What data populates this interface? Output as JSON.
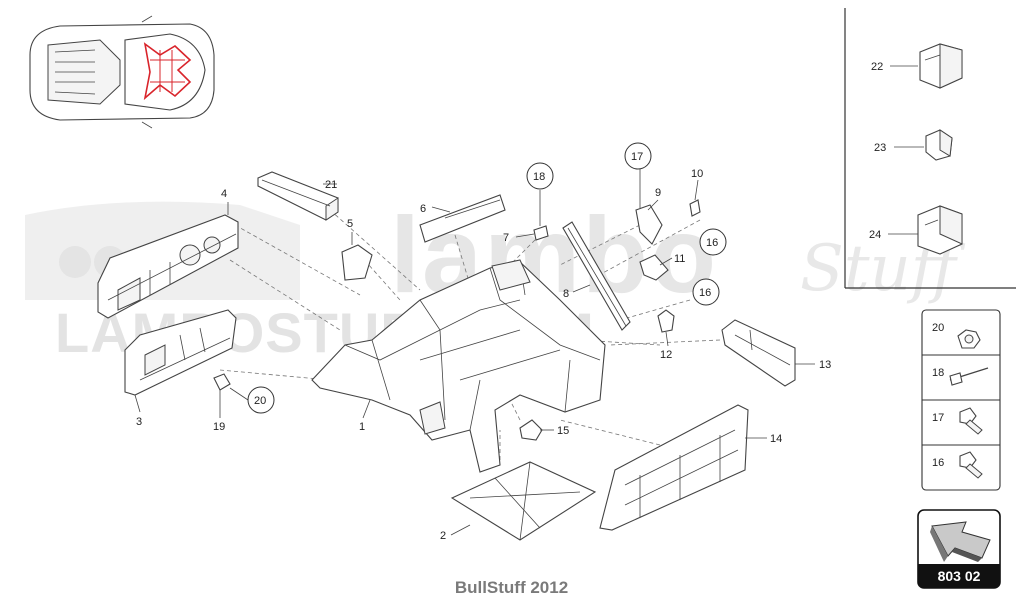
{
  "watermark": {
    "brand_main": "lambo",
    "brand_script": "Stuff",
    "site": "LAMBOSTUFF.COM"
  },
  "footer": {
    "text": "BullStuff 2012"
  },
  "diagram_code": "803 02",
  "callouts": {
    "c1": "1",
    "c2": "2",
    "c3": "3",
    "c4": "4",
    "c5": "5",
    "c6": "6",
    "c7": "7",
    "c8": "8",
    "c9": "9",
    "c10": "10",
    "c11": "11",
    "c12": "12",
    "c13": "13",
    "c14": "14",
    "c15": "15",
    "c16a": "16",
    "c16b": "16",
    "c17": "17",
    "c18": "18",
    "c19": "19",
    "c20": "20",
    "c21": "21",
    "c22": "22",
    "c23": "23",
    "c24": "24"
  },
  "fastener_legend": [
    {
      "number": "20",
      "icon": "flange-nut-icon"
    },
    {
      "number": "18",
      "icon": "rivet-icon"
    },
    {
      "number": "17",
      "icon": "bolt-icon"
    },
    {
      "number": "16",
      "icon": "bolt-icon"
    }
  ],
  "colors": {
    "locator_highlight": "#d9242b",
    "line": "#444444"
  }
}
